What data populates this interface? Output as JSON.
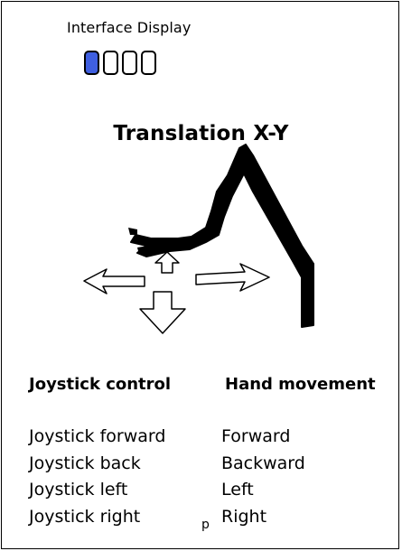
{
  "interface": {
    "label": "Interface Display",
    "indicators": [
      {
        "active": true
      },
      {
        "active": false
      },
      {
        "active": false
      },
      {
        "active": false
      }
    ],
    "active_color": "#3f5fe0"
  },
  "mode": {
    "title": "Translation X-Y"
  },
  "illustration": {
    "icons": [
      "robot-arm-icon",
      "arrow-forward-icon",
      "arrow-back-icon",
      "arrow-left-icon",
      "arrow-right-icon"
    ]
  },
  "table": {
    "headers": [
      "Joystick control",
      "Hand movement"
    ],
    "rows": [
      {
        "control": "Joystick forward",
        "movement": "Forward"
      },
      {
        "control": "Joystick back",
        "movement": "Backward"
      },
      {
        "control": "Joystick left",
        "movement": "Left"
      },
      {
        "control": "Joystick right",
        "movement": "Right"
      }
    ],
    "stray_mark": "p"
  }
}
